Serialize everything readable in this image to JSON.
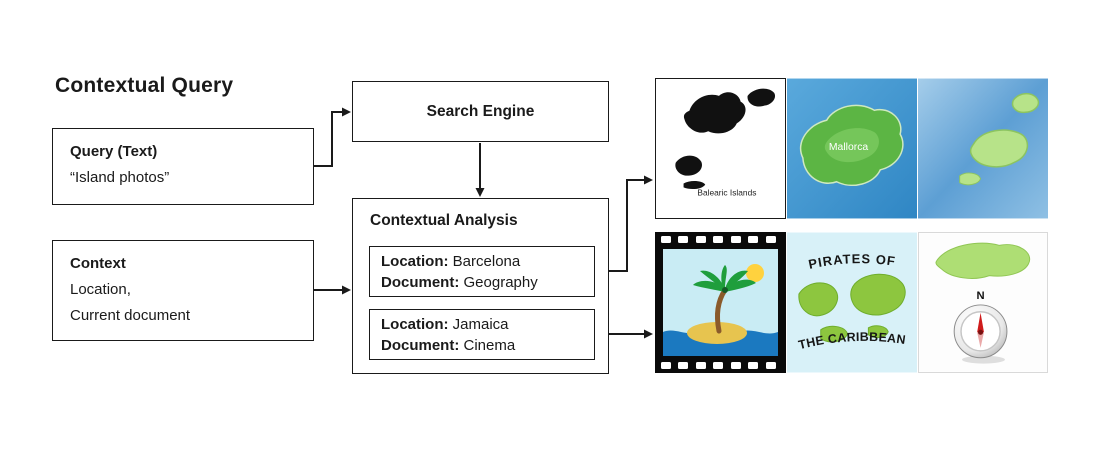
{
  "title": "Contextual Query",
  "query_box": {
    "heading": "Query (Text)",
    "value": "“Island photos”"
  },
  "context_box": {
    "heading": "Context",
    "line1": "Location,",
    "line2": "Current document"
  },
  "search_engine": {
    "label": "Search Engine"
  },
  "analysis": {
    "heading": "Contextual Analysis",
    "results": [
      {
        "location_label": "Location:",
        "location_value": "Barcelona",
        "document_label": "Document:",
        "document_value": "Geography"
      },
      {
        "location_label": "Location:",
        "location_value": "Jamaica",
        "document_label": "Document:",
        "document_value": "Cinema"
      }
    ]
  },
  "images": {
    "row1": [
      {
        "name": "balearic-islands-silhouette-map",
        "caption": "Balearic Islands"
      },
      {
        "name": "mallorca-map",
        "caption": "Mallorca"
      },
      {
        "name": "islands-relief-map",
        "caption": ""
      }
    ],
    "row2": [
      {
        "name": "film-strip-palm-island",
        "caption": ""
      },
      {
        "name": "pirates-of-the-caribbean-map",
        "caption_top": "PIRATES OF",
        "caption_bottom": "THE CARIBBEAN"
      },
      {
        "name": "compass-island-map",
        "compass_label": "N"
      }
    ]
  },
  "colors": {
    "line_and_border": "#1a1a1a",
    "sea_blue": "#3f93cc",
    "island_green": "#5cb544",
    "light_island_green": "#b7e389",
    "film_black": "#0a0a0a",
    "sun_yellow": "#ffd23e",
    "water_blue": "#1b79c0",
    "sand_yellow": "#e7c44f",
    "pirate_map_bg": "#d8f1f8",
    "compass_needle_red": "#cf1c1c"
  }
}
